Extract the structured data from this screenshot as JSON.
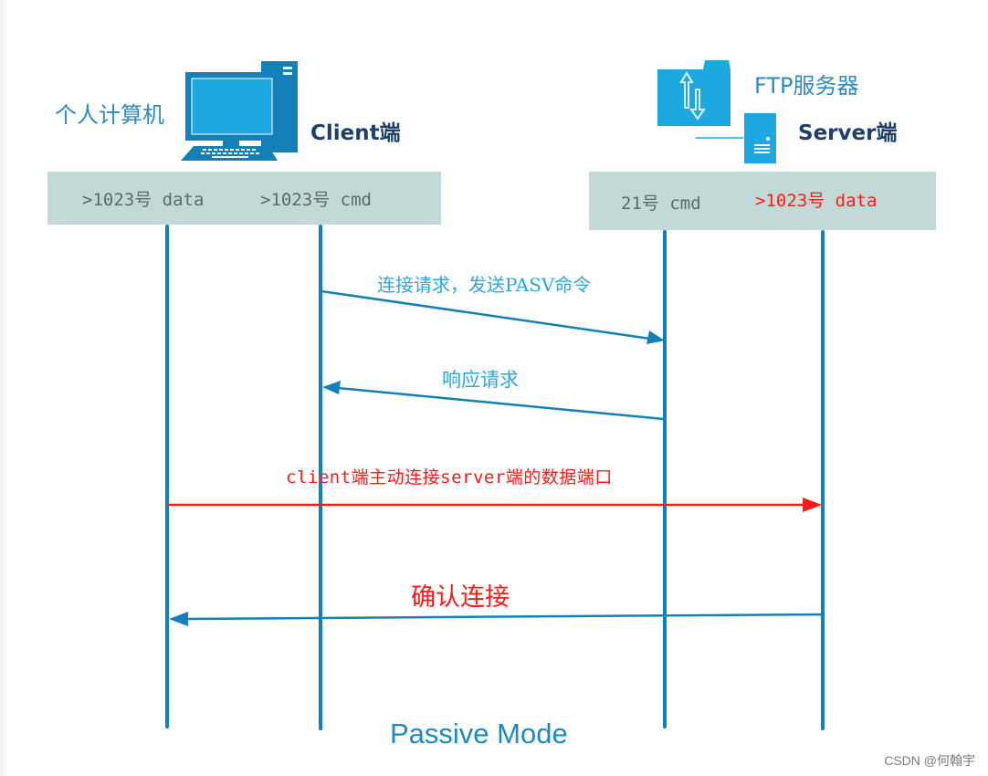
{
  "client": {
    "device_label": "个人计算机",
    "role_label": "Client端",
    "ports": {
      "data": ">1023号 data",
      "cmd": ">1023号 cmd"
    }
  },
  "server": {
    "device_label": "FTP服务器",
    "role_label": "Server端",
    "ports": {
      "cmd": "21号 cmd",
      "data": ">1023号 data"
    }
  },
  "messages": [
    {
      "id": "pasv-request",
      "label": "连接请求，发送PASV命令",
      "from": "client-cmd",
      "to": "server-cmd",
      "color": "#1480b8"
    },
    {
      "id": "response",
      "label": "响应请求",
      "from": "server-cmd",
      "to": "client-cmd",
      "color": "#1480b8"
    },
    {
      "id": "data-connect",
      "label": "client端主动连接server端的数据端口",
      "from": "client-data",
      "to": "server-data",
      "color": "#ff1a1a"
    },
    {
      "id": "confirm",
      "label": "确认连接",
      "from": "server-data",
      "to": "client-data",
      "color": "#1480b8"
    }
  ],
  "title": "Passive Mode",
  "watermark": "CSDN @何翰宇",
  "colors": {
    "lifeline": "#1480b8",
    "port_bar": "#c3d9d7",
    "highlight": "#ff1a1a",
    "icon_blue": "#1ea8e0",
    "icon_dark": "#1480b8"
  }
}
